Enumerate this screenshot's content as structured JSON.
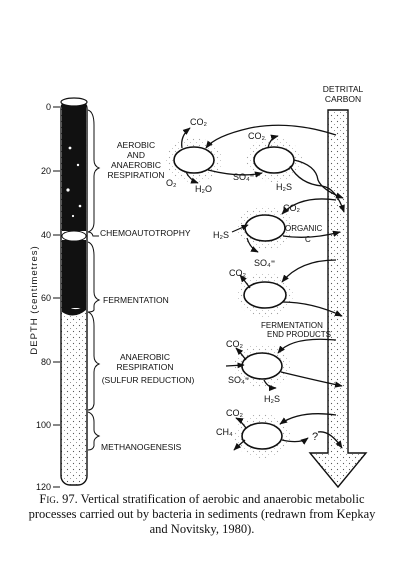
{
  "figure": {
    "depth_axis": {
      "label": "DEPTH (centimetres)",
      "ticks": [
        "0",
        "20",
        "40",
        "60",
        "80",
        "100",
        "120"
      ]
    },
    "zones": [
      "AEROBIC AND ANAEROBIC RESPIRATION",
      "CHEMOAUTOTROPHY",
      "FERMENTATION",
      "ANAEROBIC RESPIRATION (SULFUR REDUCTION)",
      "METHANOGENESIS"
    ],
    "zone_lines": {
      "aerobic": [
        "AEROBIC",
        "AND",
        "ANAEROBIC",
        "RESPIRATION"
      ],
      "chemo": [
        "CHEMOAUTOTROPHY"
      ],
      "ferment": [
        "FERMENTATION"
      ],
      "anaerobic": [
        "ANAEROBIC",
        "RESPIRATION",
        "(SULFUR REDUCTION)"
      ],
      "methano": [
        "METHANOGENESIS"
      ]
    },
    "detrital_carbon": [
      "DETRITAL",
      "CARBON"
    ],
    "chem": {
      "co2": "CO₂",
      "o2": "O₂",
      "h2o": "H₂O",
      "so4": "SO₄⁼",
      "h2s": "H₂S",
      "organic": "ORGANIC",
      "c": "C",
      "ch4": "CH₄",
      "unknown": "?"
    },
    "fermentation_products": [
      "FERMENTATION",
      "END PRODUCTS"
    ]
  },
  "caption": {
    "label": "Fig. 97.",
    "text": "Vertical stratification of aerobic and anaerobic metabolic processes carried out by bacteria in sediments (redrawn from Kepkay and Novitsky, 1980)."
  }
}
